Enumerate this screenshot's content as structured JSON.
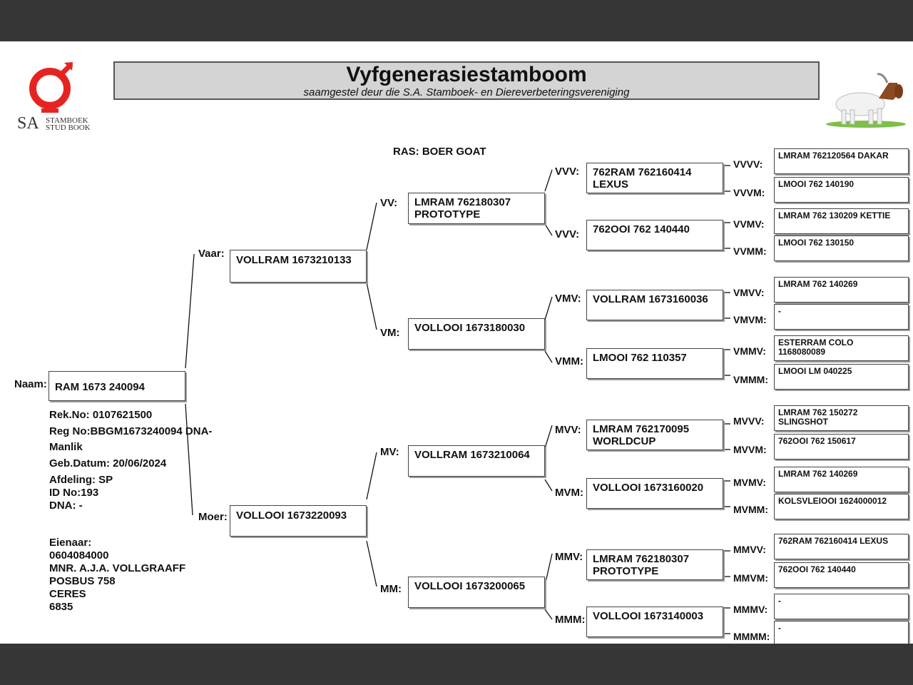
{
  "header": {
    "title": "Vyfgenerasiestamboom",
    "subtitle": "saamgestel deur die S.A. Stamboek- en Diereverbeteringsvereniging",
    "logo_sa": "SA",
    "logo_line1": "STAMBOEK",
    "logo_line2": "STUD BOOK",
    "colors": {
      "logo_red": "#e52421",
      "title_bg": "#d4d4d4"
    }
  },
  "breed": "RAS: BOER GOAT",
  "animal": {
    "name_label": "Naam:",
    "name": "RAM 1673 240094",
    "details": [
      "Rek.No: 0107621500",
      "Reg No:BBGM1673240094 DNA-",
      "Manlik",
      "Geb.Datum: 20/06/2024",
      "Afdeling: SP",
      "ID No:193",
      "DNA: -"
    ],
    "owner": [
      "Eienaar:",
      "0604084000",
      "MNR. A.J.A. VOLLGRAAFF",
      "POSBUS 758",
      "CERES",
      "6835"
    ]
  },
  "gen1": {
    "sire_label": "Vaar:",
    "sire": "VOLLRAM 1673210133",
    "dam_label": "Moer:",
    "dam": "VOLLOOI 1673220093"
  },
  "gen2": [
    {
      "label": "VV:",
      "name": "LMRAM 762180307\nPROTOTYPE"
    },
    {
      "label": "VM:",
      "name": "VOLLOOI 1673180030"
    },
    {
      "label": "MV:",
      "name": "VOLLRAM 1673210064"
    },
    {
      "label": "MM:",
      "name": "VOLLOOI 1673200065"
    }
  ],
  "gen3": [
    {
      "label": "VVV:",
      "name": "762RAM 762160414\nLEXUS"
    },
    {
      "label": "VVV:",
      "name": "762OOI 762 140440"
    },
    {
      "label": "VMV:",
      "name": "VOLLRAM 1673160036"
    },
    {
      "label": "VMM:",
      "name": "LMOOI 762 110357"
    },
    {
      "label": "MVV:",
      "name": "LMRAM 762170095\nWORLDCUP"
    },
    {
      "label": "MVM:",
      "name": "VOLLOOI 1673160020"
    },
    {
      "label": "MMV:",
      "name": "LMRAM 762180307\nPROTOTYPE"
    },
    {
      "label": "MMM:",
      "name": "VOLLOOI 1673140003"
    }
  ],
  "gen4": [
    {
      "label": "VVVV:",
      "name": "LMRAM 762120564  DAKAR"
    },
    {
      "label": "VVVM:",
      "name": "LMOOI 762 140190"
    },
    {
      "label": "VVMV:",
      "name": "LMRAM 762 130209 KETTIE"
    },
    {
      "label": "VVMM:",
      "name": "LMOOI 762 130150"
    },
    {
      "label": "VMVV:",
      "name": "LMRAM 762 140269"
    },
    {
      "label": "VMVM:",
      "name": "-"
    },
    {
      "label": "VMMV:",
      "name": "ESTERRAM COLO\n1168080089"
    },
    {
      "label": "VMMM:",
      "name": "LMOOI LM 040225"
    },
    {
      "label": "MVVV:",
      "name": "LMRAM 762 150272\nSLINGSHOT"
    },
    {
      "label": "MVVM:",
      "name": "762OOI 762 150617"
    },
    {
      "label": "MVMV:",
      "name": "LMRAM 762 140269"
    },
    {
      "label": "MVMM:",
      "name": "KOLSVLEIOOI 1624000012"
    },
    {
      "label": "MMVV:",
      "name": "762RAM 762160414 LEXUS"
    },
    {
      "label": "MMVM:",
      "name": "762OOI 762 140440"
    },
    {
      "label": "MMMV:",
      "name": "-"
    },
    {
      "label": "MMMM:",
      "name": "-"
    }
  ]
}
